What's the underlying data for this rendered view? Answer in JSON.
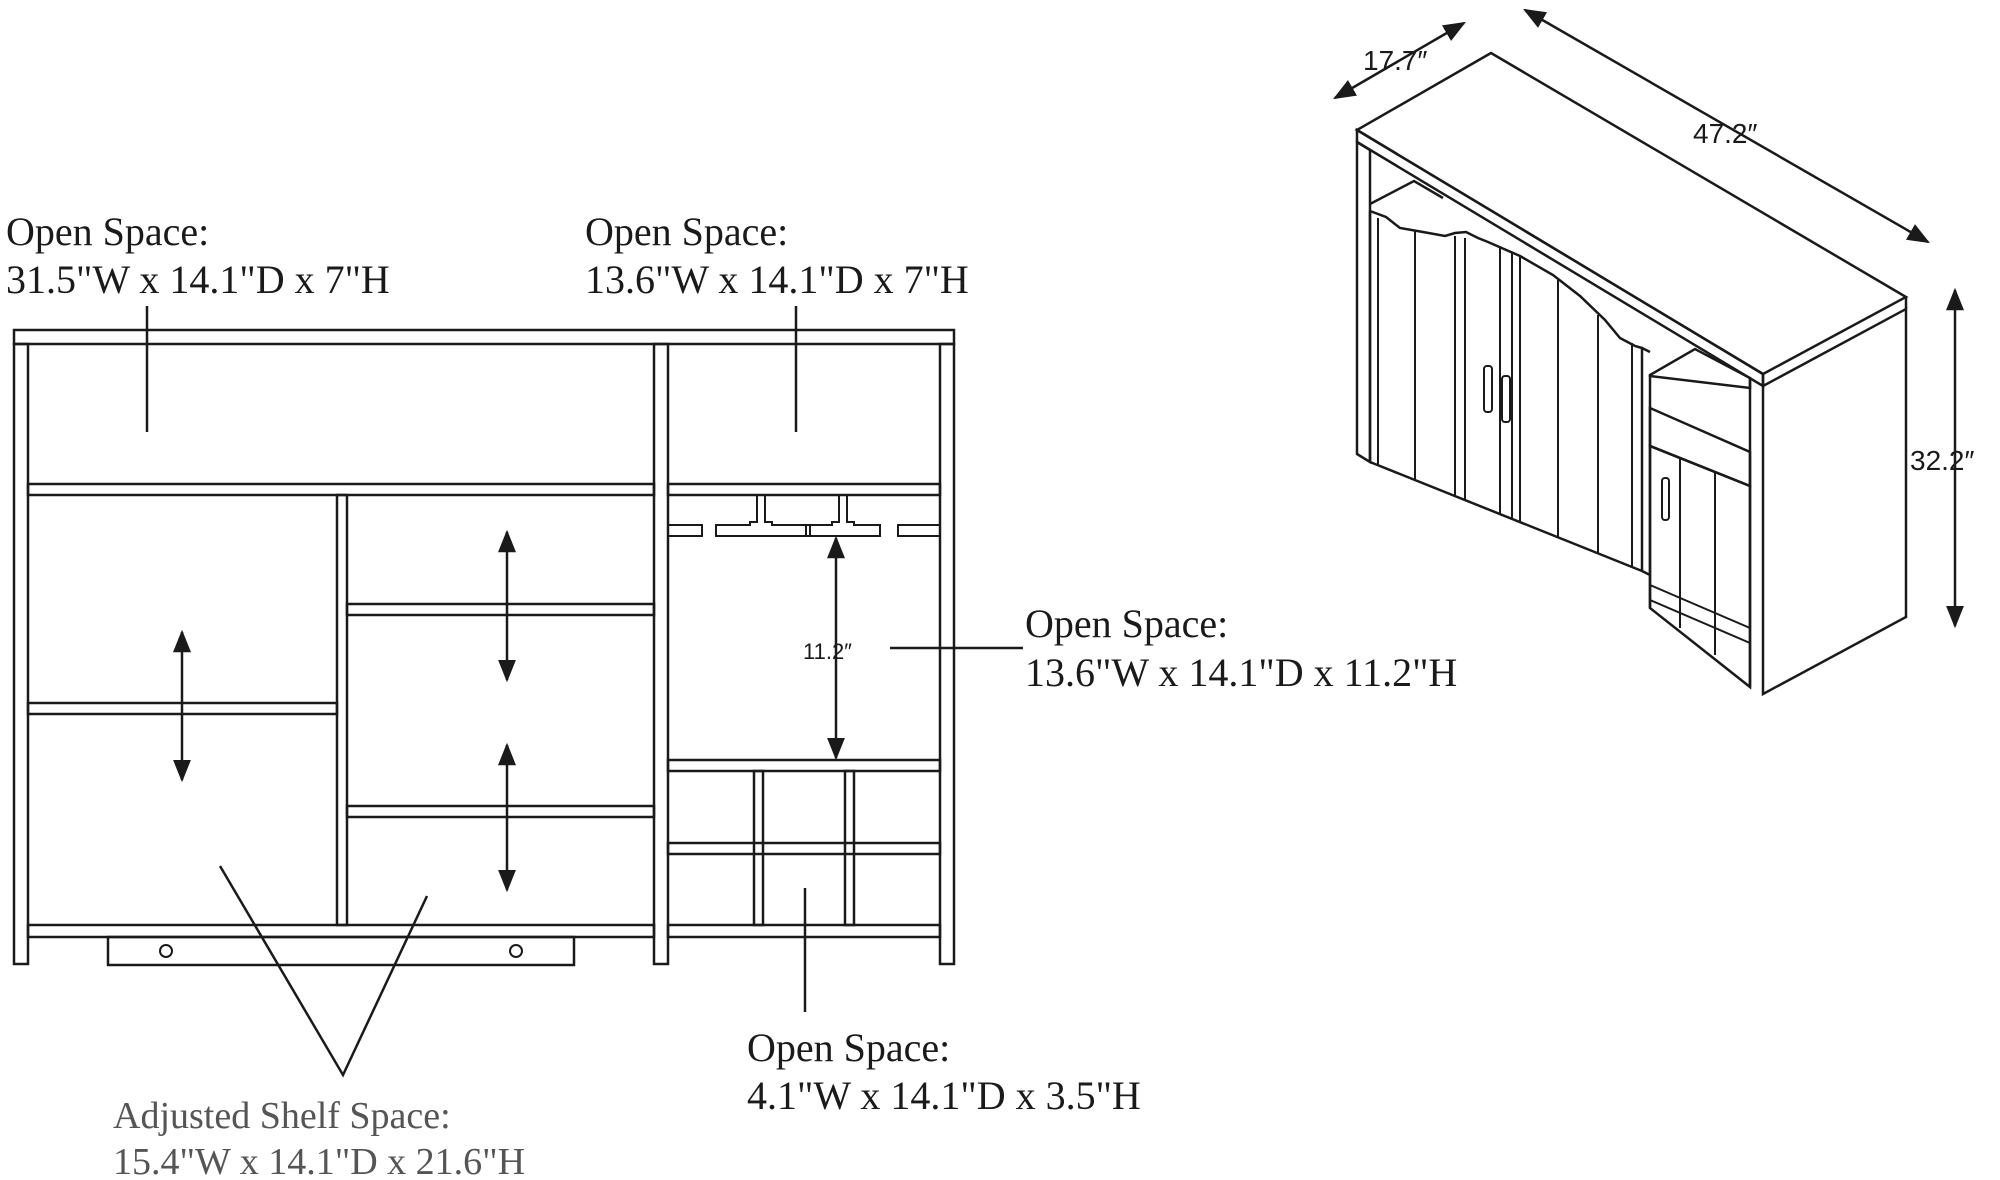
{
  "labels": {
    "top_left": {
      "title": "Open Space:",
      "dims": "31.5\"W x 14.1\"D x 7\"H"
    },
    "top_right": {
      "title": "Open Space:",
      "dims": "13.6\"W x 14.1\"D x 7\"H"
    },
    "middle_right": {
      "title": "Open Space:",
      "dims": "13.6\"W x 14.1\"D x 11.2\"H"
    },
    "bottom_right": {
      "title": "Open Space:",
      "dims": "4.1\"W x 14.1\"D x 3.5\"H"
    },
    "shelf": {
      "title": "Adjusted Shelf Space:",
      "dims": "15.4\"W x 14.1\"D x 21.6\"H"
    }
  },
  "dimensions": {
    "inner_height": "11.2″",
    "depth": "17.7″",
    "width": "47.2″",
    "height": "32.2″"
  }
}
